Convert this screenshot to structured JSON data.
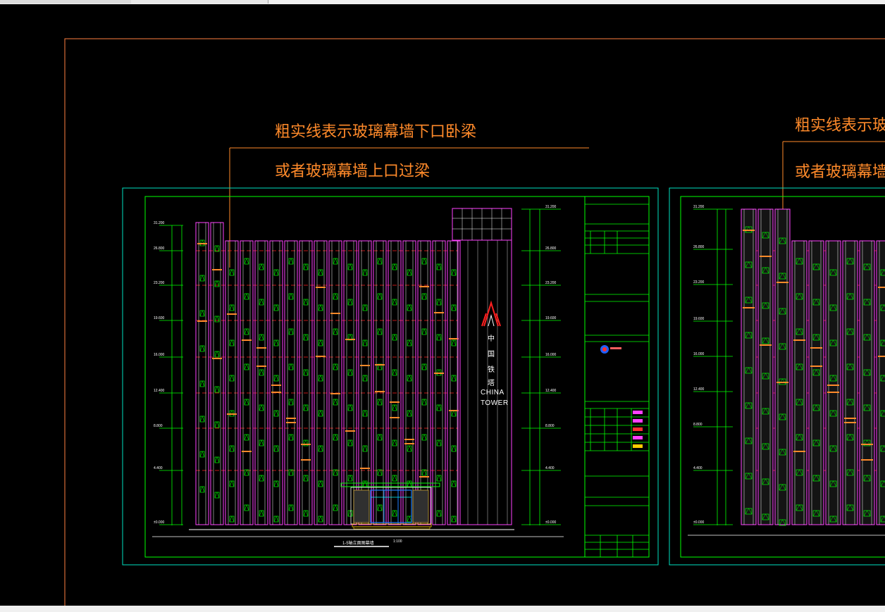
{
  "annotation": {
    "line1": "粗实线表示玻璃幕墙下口卧梁",
    "line2": "或者玻璃幕墙上口过梁",
    "line1_partial": "粗实线表示玻璃",
    "line2_partial": "或者玻璃幕墙上"
  },
  "logo": {
    "cn_chars": [
      "中",
      "国",
      "铁",
      "塔"
    ],
    "en_line1": "CHINA",
    "en_line2": "TOWER"
  },
  "elevation_title": "1-5轴立面图幕墙",
  "scale_note": "1:100",
  "levels_left": [
    "31.200",
    "26.800",
    "23.200",
    "19.600",
    "16.000",
    "12.400",
    "8.800",
    "4.400",
    "±0.000"
  ],
  "levels_right": [
    "31.200",
    "26.800",
    "23.200",
    "19.600",
    "16.000",
    "12.400",
    "8.800",
    "4.400",
    "±0.000"
  ],
  "levels_second": [
    "31.200",
    "26.800",
    "23.200",
    "19.600",
    "16.000",
    "12.400",
    "8.800",
    "4.400",
    "±0.000"
  ],
  "colors": {
    "frame_outer": "#ff8040",
    "sheet_border": "#00e0c0",
    "green": "#00ff00",
    "magenta": "#ff40ff",
    "red_dash": "#ff2020",
    "orange": "#ff8a2a",
    "white": "#ffffff",
    "cyan": "#00ffff",
    "blue": "#2060ff"
  }
}
